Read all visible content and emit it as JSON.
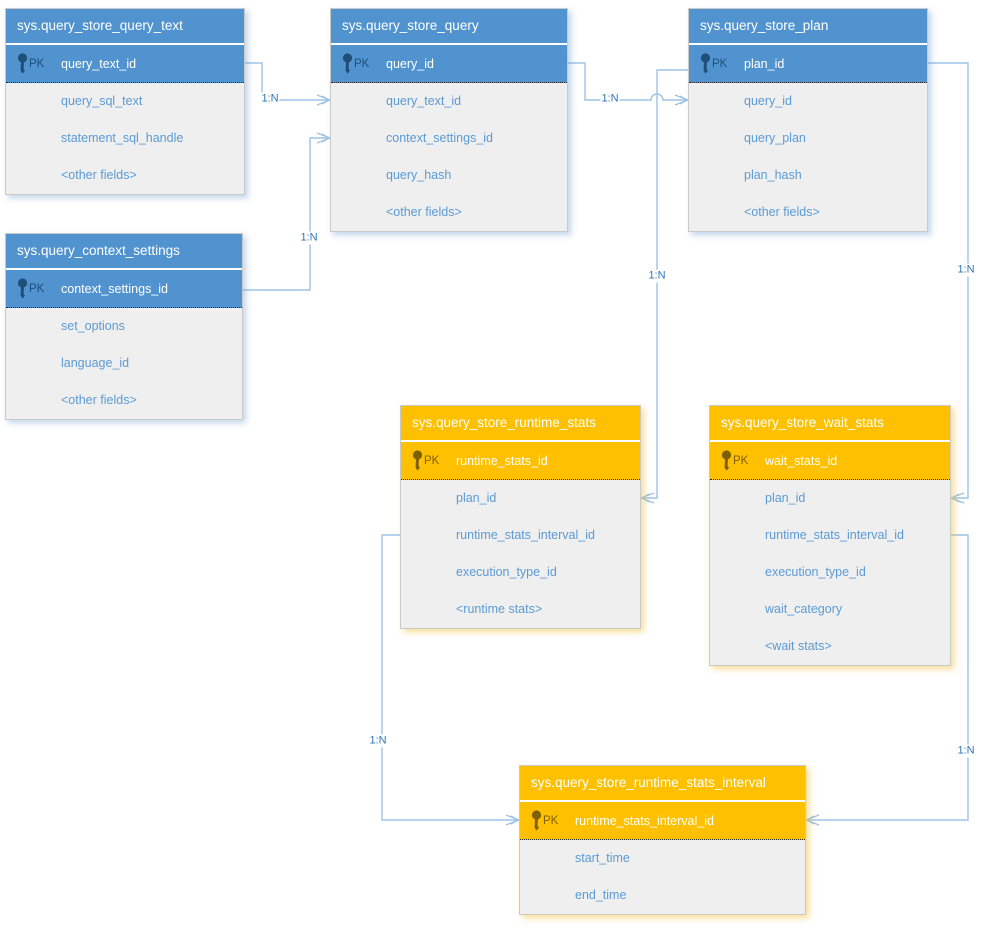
{
  "pk_badge": "PK",
  "colors": {
    "header_blue": "#5193CE",
    "header_orange": "#FFC000",
    "field_text_blue": "#5B9BD5",
    "connector_line": "#9DC3E5",
    "relationship_label_text": "#2E75B6"
  },
  "tables": [
    {
      "name": "sys.query_store_query_text",
      "theme": "blue",
      "pk_field": "query_text_id",
      "fields": [
        "query_sql_text",
        "statement_sql_handle",
        "<other fields>"
      ]
    },
    {
      "name": "sys.query_store_query",
      "theme": "blue",
      "pk_field": "query_id",
      "fields": [
        "query_text_id",
        "context_settings_id",
        "query_hash",
        "<other fields>"
      ]
    },
    {
      "name": "sys.query_store_plan",
      "theme": "blue",
      "pk_field": "plan_id",
      "fields": [
        "query_id",
        "query_plan",
        "plan_hash",
        "<other fields>"
      ]
    },
    {
      "name": "sys.query_context_settings",
      "theme": "blue",
      "pk_field": "context_settings_id",
      "fields": [
        "set_options",
        "language_id",
        "<other fields>"
      ]
    },
    {
      "name": "sys.query_store_runtime_stats",
      "theme": "orange",
      "pk_field": "runtime_stats_id",
      "fields": [
        "plan_id",
        "runtime_stats_interval_id",
        "execution_type_id",
        "<runtime stats>"
      ]
    },
    {
      "name": "sys.query_store_wait_stats",
      "theme": "orange",
      "pk_field": "wait_stats_id",
      "fields": [
        "plan_id",
        "runtime_stats_interval_id",
        "execution_type_id",
        "wait_category",
        "<wait stats>"
      ]
    },
    {
      "name": "sys.query_store_runtime_stats_interval",
      "theme": "orange",
      "pk_field": "runtime_stats_interval_id",
      "fields": [
        "start_time",
        "end_time"
      ]
    }
  ],
  "connectors": [
    {
      "label": "1:N",
      "from": "sys.query_store_query_text.query_text_id",
      "to": "sys.query_store_query.query_text_id"
    },
    {
      "label": "1:N",
      "from": "sys.query_context_settings.context_settings_id",
      "to": "sys.query_store_query.context_settings_id"
    },
    {
      "label": "1:N",
      "from": "sys.query_store_query.query_id",
      "to": "sys.query_store_plan.query_id"
    },
    {
      "label": "1:N",
      "from": "sys.query_store_plan.plan_id",
      "to": "sys.query_store_runtime_stats.plan_id"
    },
    {
      "label": "1:N",
      "from": "sys.query_store_plan.plan_id",
      "to": "sys.query_store_wait_stats.plan_id"
    },
    {
      "label": "1:N",
      "from": "sys.query_store_runtime_stats.runtime_stats_interval_id",
      "to": "sys.query_store_runtime_stats_interval.runtime_stats_interval_id"
    },
    {
      "label": "1:N",
      "from": "sys.query_store_wait_stats.runtime_stats_interval_id",
      "to": "sys.query_store_runtime_stats_interval.runtime_stats_interval_id"
    }
  ]
}
